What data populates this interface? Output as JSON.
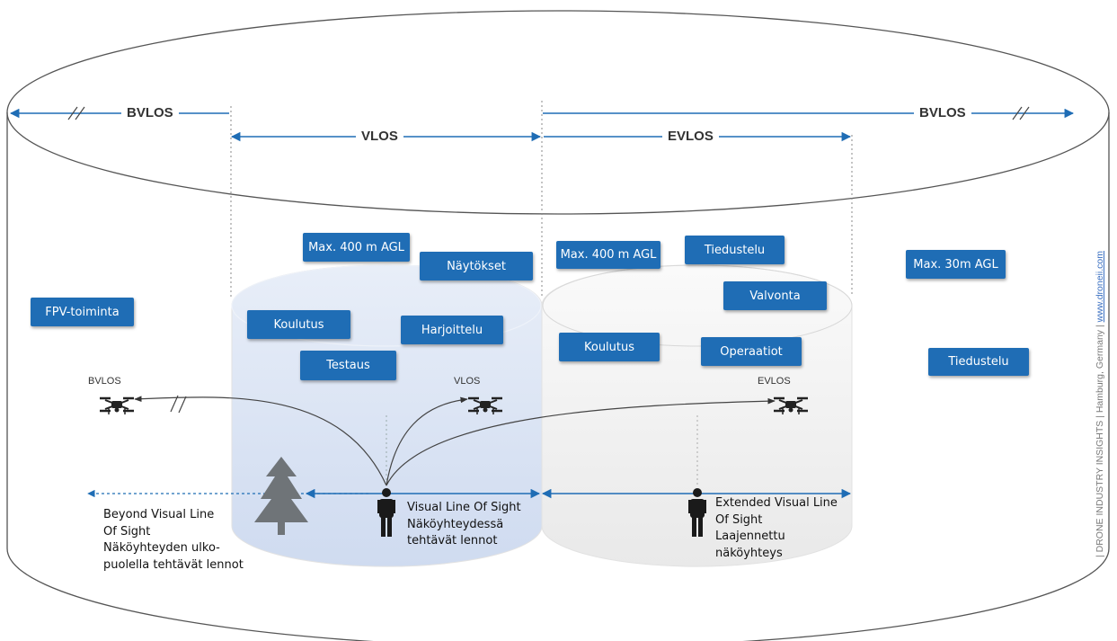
{
  "zones": {
    "bvlos_left": "BVLOS",
    "vlos": "VLOS",
    "evlos": "EVLOS",
    "bvlos_right": "BVLOS"
  },
  "tags": {
    "vlos_max_altitude": "Max. 400 m AGL",
    "vlos_naytokset": "Näytökset",
    "vlos_koulutus": "Koulutus",
    "vlos_harjoittelu": "Harjoittelu",
    "vlos_testaus": "Testaus",
    "evlos_max_altitude": "Max. 400 m AGL",
    "evlos_tiedustelu": "Tiedustelu",
    "evlos_valvonta": "Valvonta",
    "evlos_koulutus": "Koulutus",
    "evlos_operaatiot": "Operaatiot",
    "bvlos_fpv": "FPV-toiminta",
    "bvlos_max_altitude": "Max. 30m AGL",
    "bvlos_tiedustelu": "Tiedustelu"
  },
  "drones": {
    "bvlos": "BVLOS",
    "vlos": "VLOS",
    "evlos": "EVLOS"
  },
  "descriptions": {
    "bvlos": [
      "Beyond Visual Line",
      "Of Sight",
      "Näköyhteyden ulko-",
      "puolella tehtävät lennot"
    ],
    "vlos": [
      "Visual Line Of Sight",
      "Näköyhteydessä",
      "tehtävät lennot"
    ],
    "evlos": [
      "Extended Visual Line",
      "Of Sight",
      "Laajennettu",
      "näköyhteys"
    ]
  },
  "credit": {
    "text": "| DRONE INDUSTRY INSIGHTS | Hamburg, Germany | ",
    "link": "www.droneii.com"
  },
  "colors": {
    "accent": "#1f6db5",
    "vlos_fill": "#dbe4f3",
    "evlos_fill": "#f1f1f1",
    "outline": "#555555"
  },
  "icons": {
    "drone": "quadcopter-icon",
    "person": "pilot-person-icon",
    "tree": "tree-icon"
  }
}
